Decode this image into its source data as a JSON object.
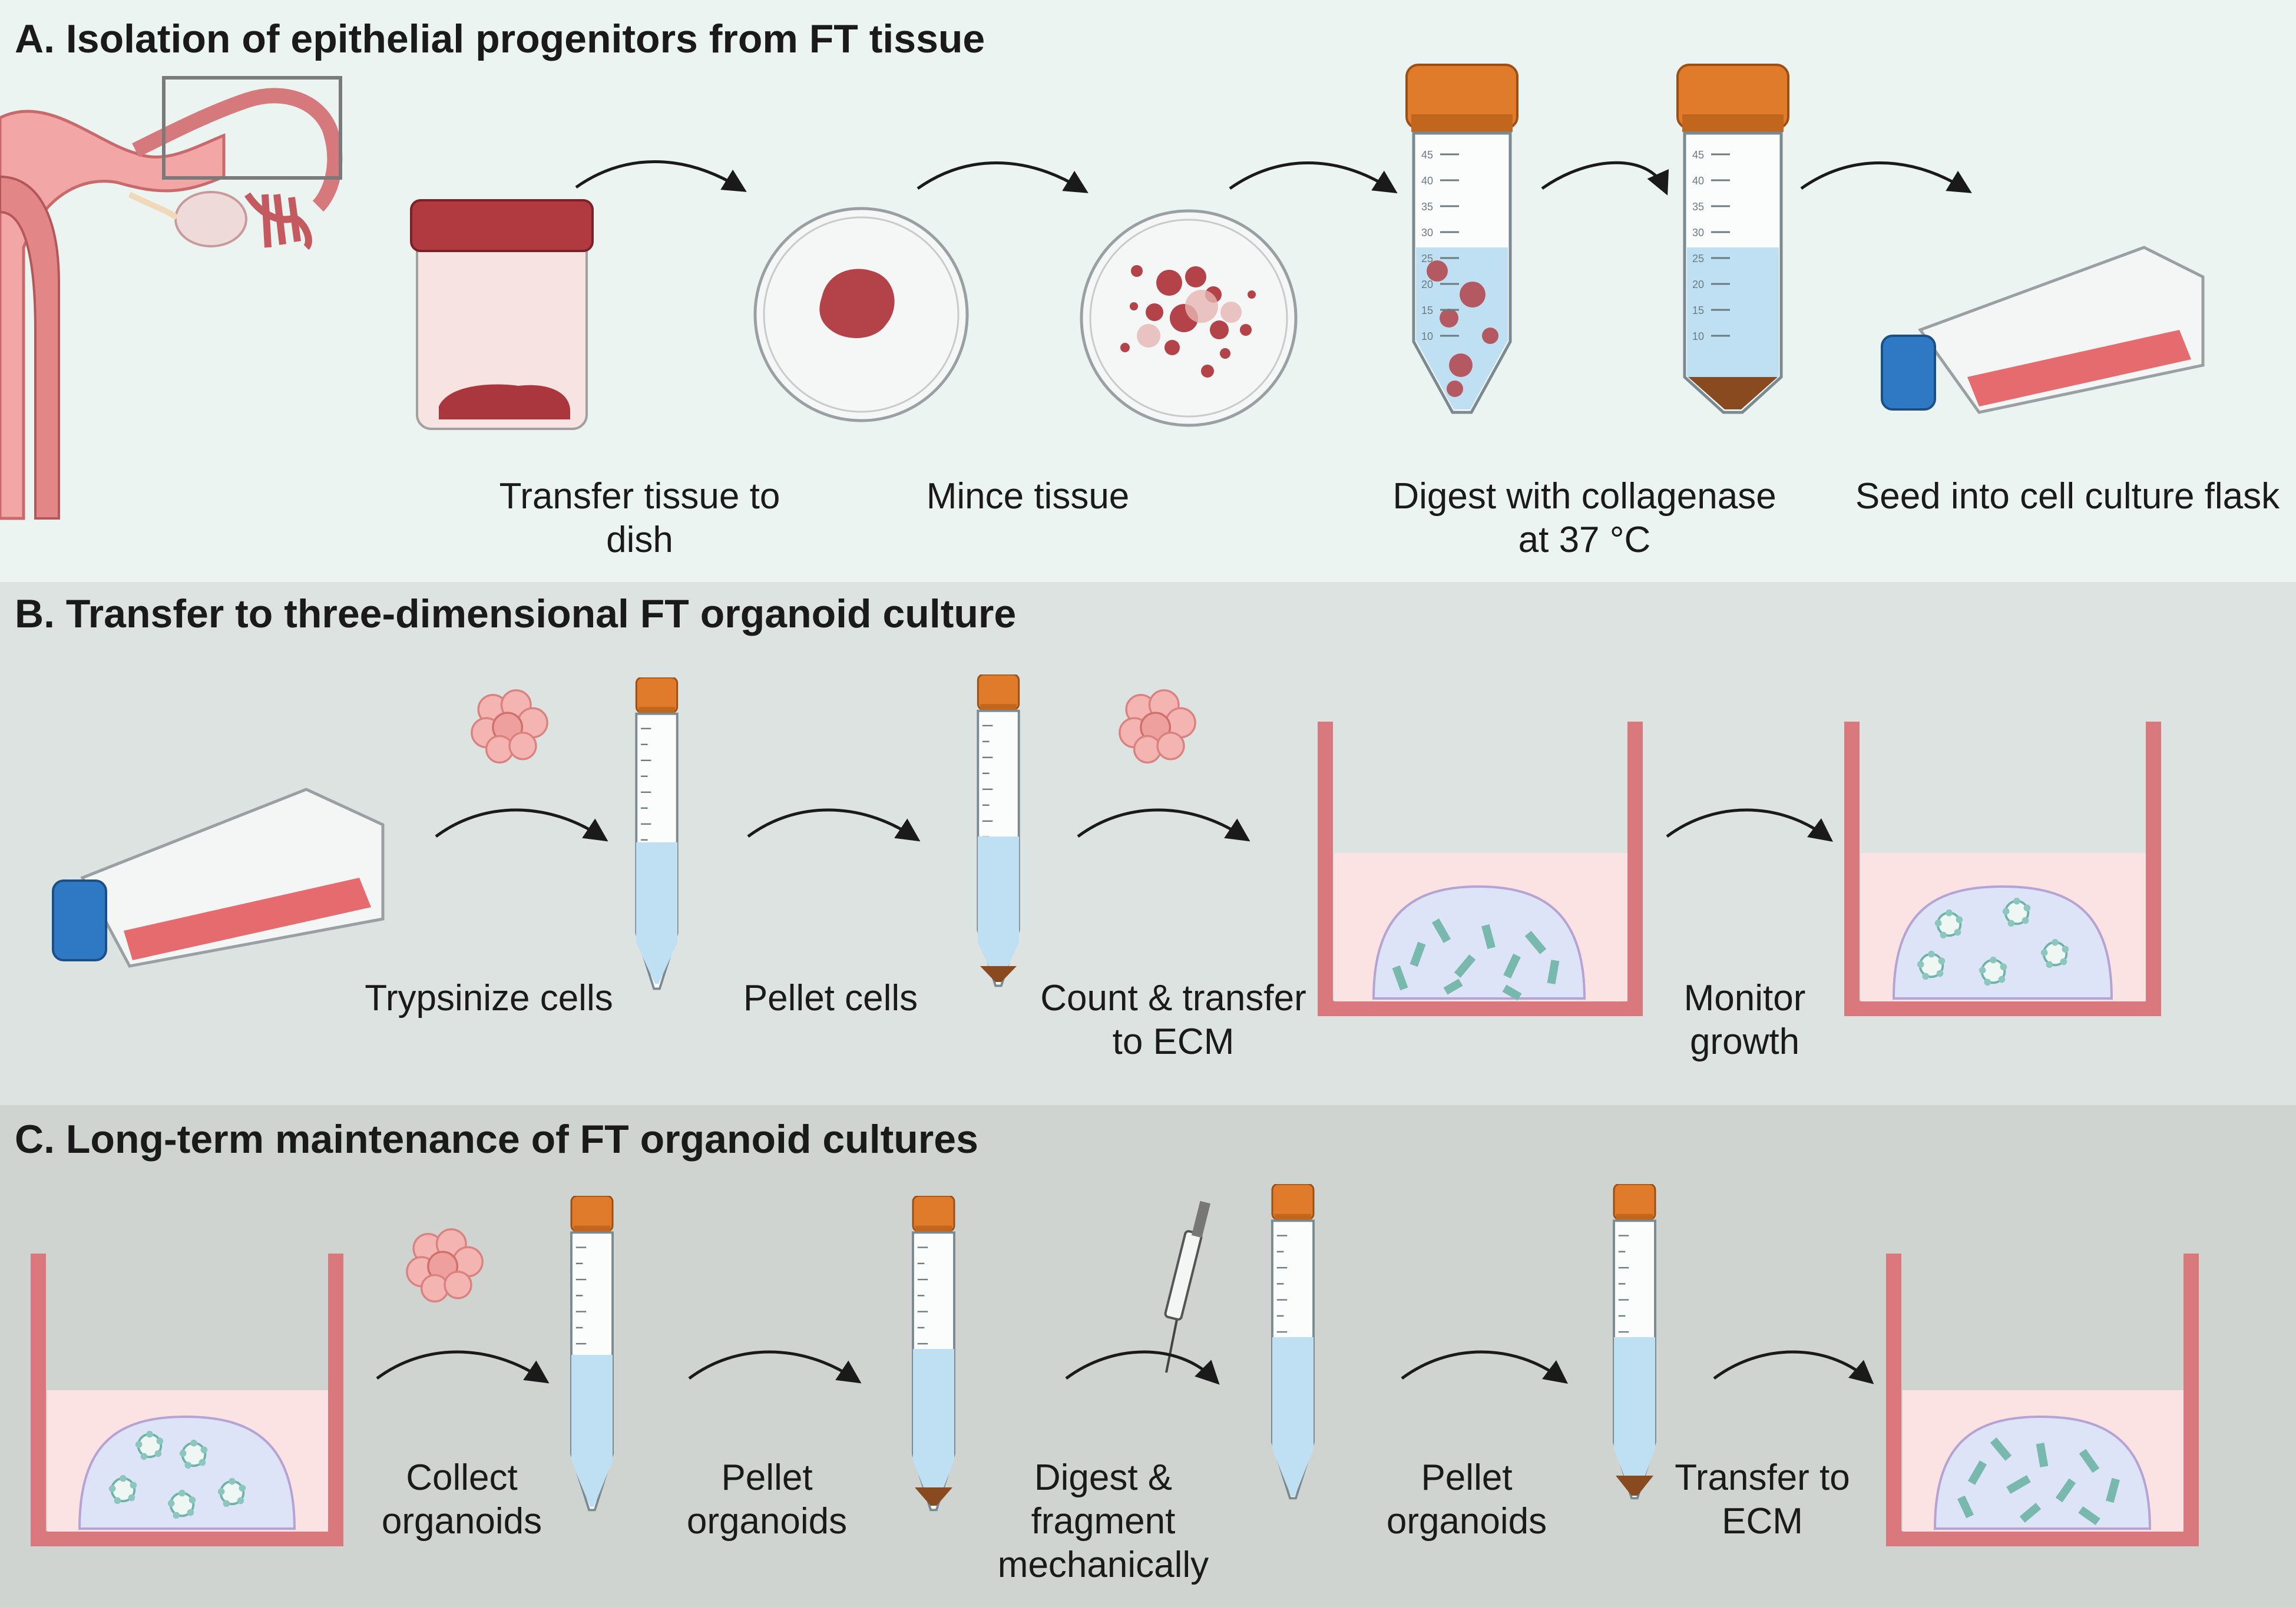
{
  "panel_a": {
    "title": "A. Isolation of epithelial progenitors from FT tissue",
    "steps": [
      {
        "line1": "Transfer tissue to",
        "line2": "dish"
      },
      {
        "line1": "Mince tissue",
        "line2": ""
      },
      {
        "line1": "Digest with collagenase",
        "line2": "at 37 °C"
      },
      {
        "line1": "Seed into cell culture flask",
        "line2": ""
      }
    ],
    "tube_scale": [
      "45",
      "40",
      "35",
      "30",
      "25",
      "20",
      "15",
      "10"
    ]
  },
  "panel_b": {
    "title": "B. Transfer to three-dimensional FT organoid culture",
    "steps": [
      {
        "line1": "Trypsinize cells",
        "line2": ""
      },
      {
        "line1": "Pellet cells",
        "line2": ""
      },
      {
        "line1": "Count & transfer",
        "line2": "to ECM"
      },
      {
        "line1": "Monitor",
        "line2": "growth"
      }
    ]
  },
  "panel_c": {
    "title": "C. Long-term maintenance of FT organoid cultures",
    "steps": [
      {
        "line1": "Collect",
        "line2": "organoids",
        "line3": ""
      },
      {
        "line1": "Pellet",
        "line2": "organoids",
        "line3": ""
      },
      {
        "line1": "Digest &",
        "line2": "fragment",
        "line3": "mechanically"
      },
      {
        "line1": "Pellet",
        "line2": "organoids",
        "line3": ""
      },
      {
        "line1": "Transfer to",
        "line2": "ECM",
        "line3": ""
      }
    ]
  },
  "colors": {
    "cap_orange": "#e07b2c",
    "tissue_red": "#b5454b",
    "medium_blue": "#bfe0f2",
    "well_pink": "#f2b3b5",
    "flask_cap_blue": "#2f78c4"
  }
}
